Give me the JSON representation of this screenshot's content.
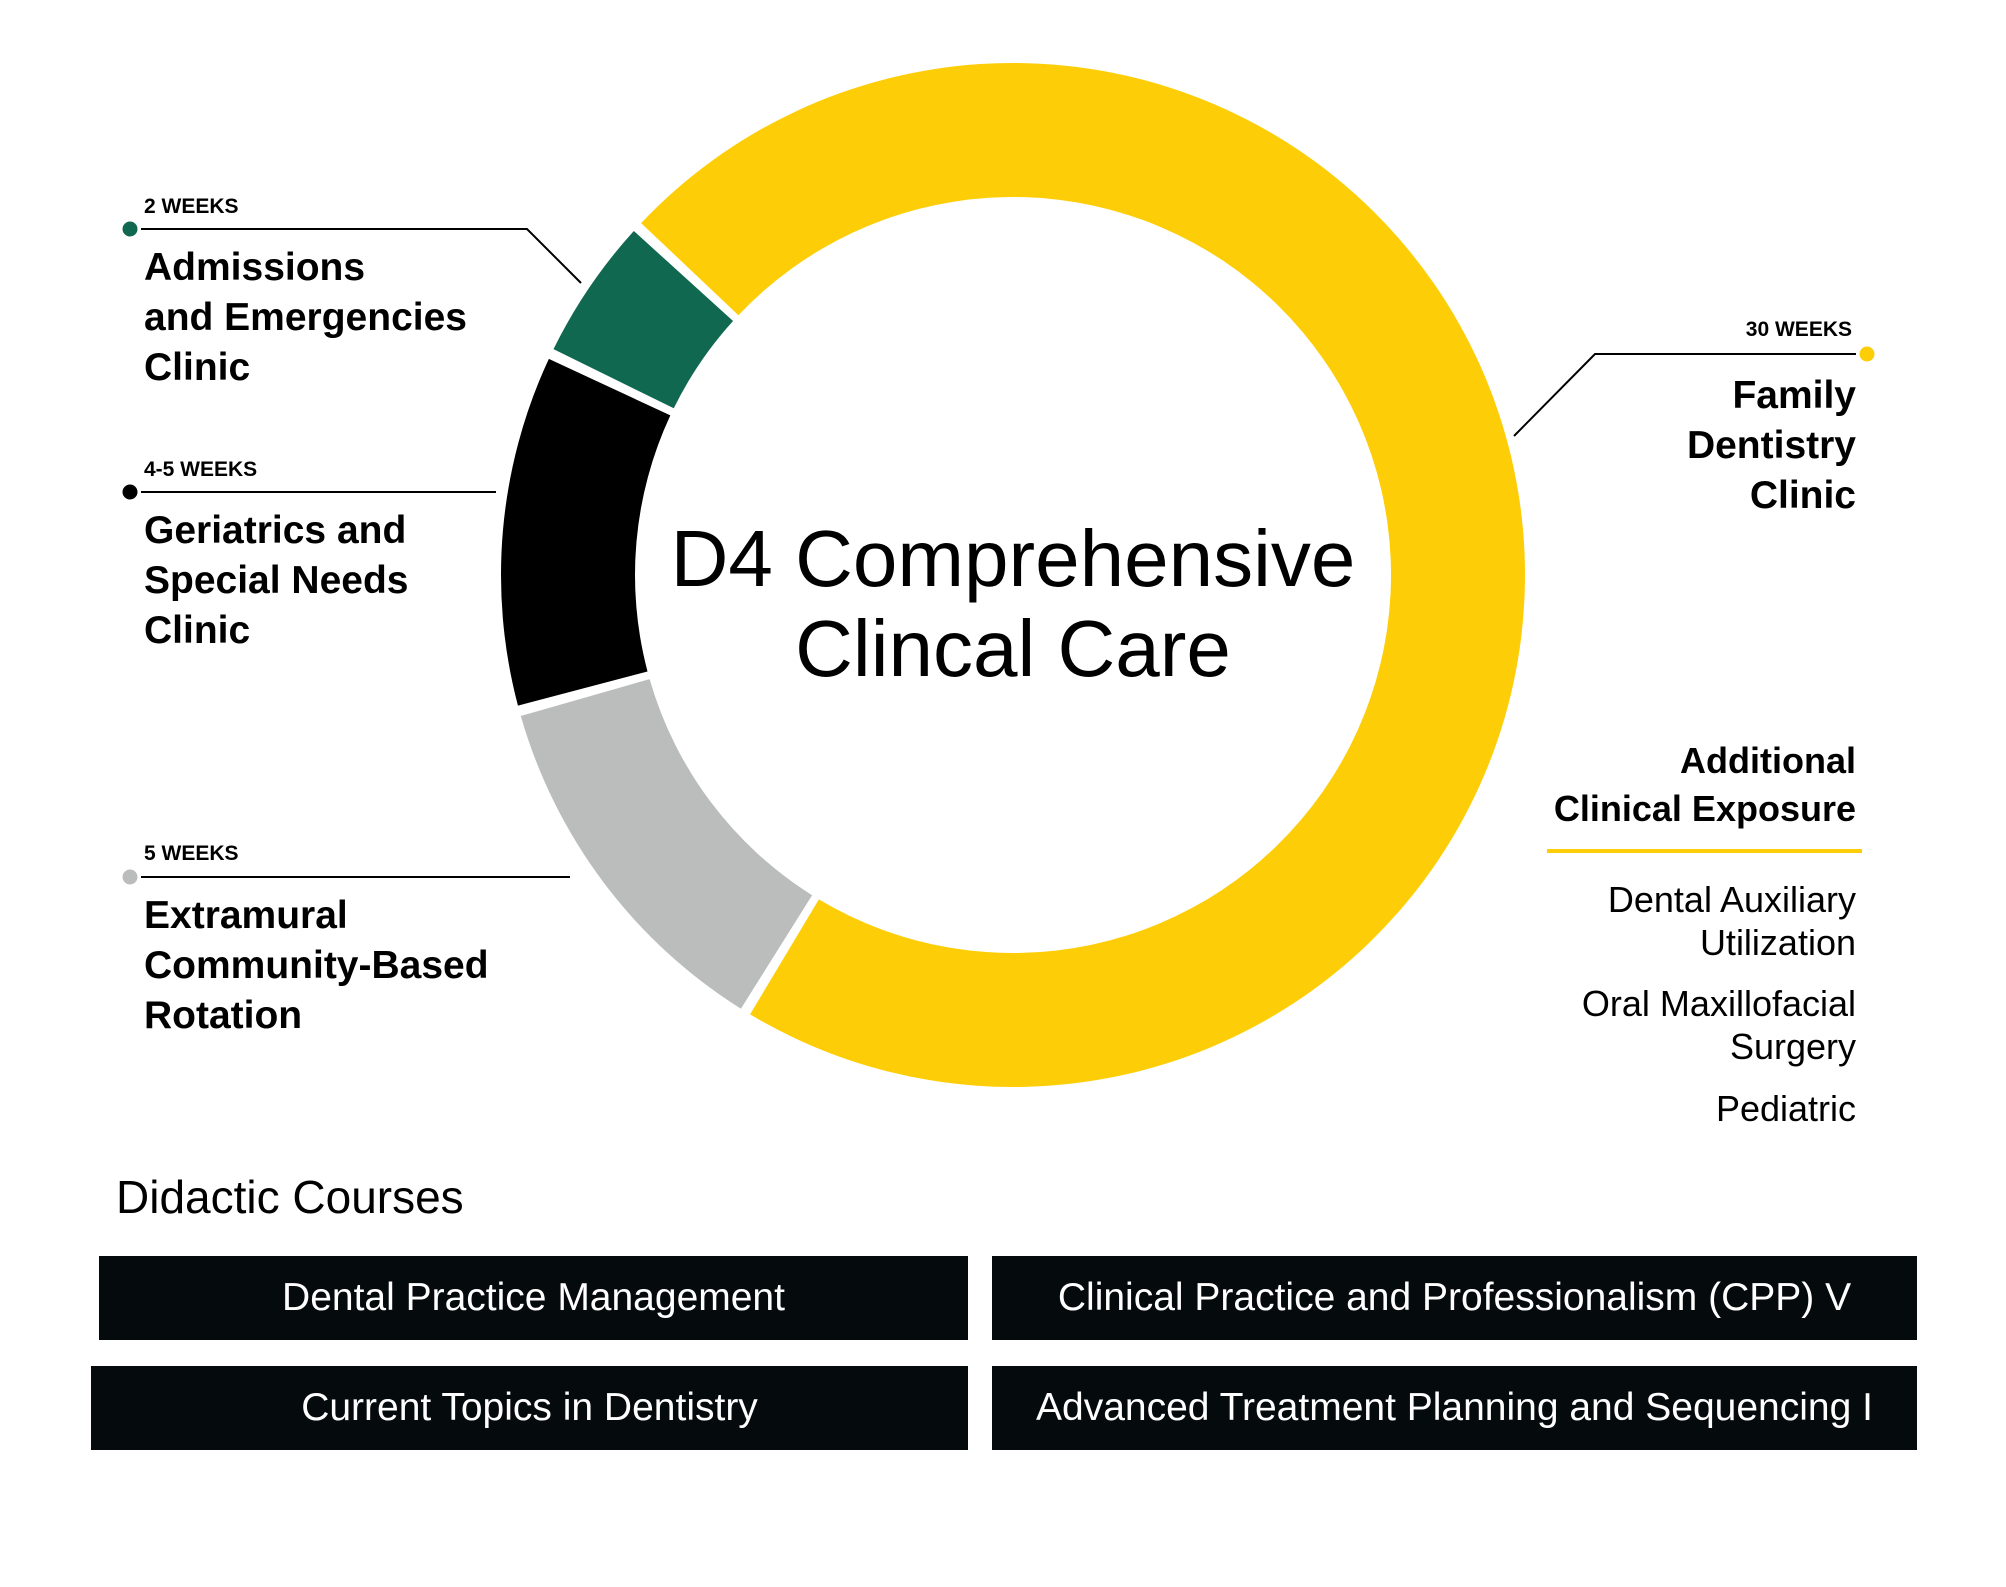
{
  "chart_data": {
    "type": "pie",
    "title": "D4 Comprehensive Clincal Care",
    "title_lines": [
      "D4 Comprehensive",
      "Clincal Care"
    ],
    "segments": [
      {
        "id": "extramural",
        "weeks_label": "5 WEEKS",
        "value": 5,
        "color": "#BBBDBC",
        "label_lines": [
          "Extramural",
          "Community-Based",
          "Rotation"
        ]
      },
      {
        "id": "geriatrics",
        "weeks_label": "4-5 WEEKS",
        "value": 4.75,
        "color": "#000000",
        "label_lines": [
          "Geriatrics and",
          "Special Needs",
          "Clinic"
        ]
      },
      {
        "id": "admissions",
        "weeks_label": "2 WEEKS",
        "value": 2,
        "color": "#106850",
        "label_lines": [
          "Admissions",
          "and Emergencies",
          "Clinic"
        ]
      },
      {
        "id": "family",
        "weeks_label": "30 WEEKS",
        "value": 30,
        "color": "#FDCE07",
        "label_lines": [
          "Family",
          "Dentistry",
          "Clinic"
        ]
      }
    ]
  },
  "additional": {
    "title_lines": [
      "Additional",
      "Clinical Exposure"
    ],
    "accent": "#FDCE07",
    "items": [
      [
        "Dental Auxiliary",
        "Utilization"
      ],
      [
        "Oral Maxillofacial",
        "Surgery"
      ],
      [
        "Pediatric"
      ]
    ]
  },
  "didactic": {
    "title": "Didactic Courses",
    "courses": [
      "Dental Practice Management",
      "Clinical Practice and Professionalism (CPP) V",
      "Current Topics in Dentistry",
      "Advanced Treatment Planning and Sequencing I"
    ]
  }
}
